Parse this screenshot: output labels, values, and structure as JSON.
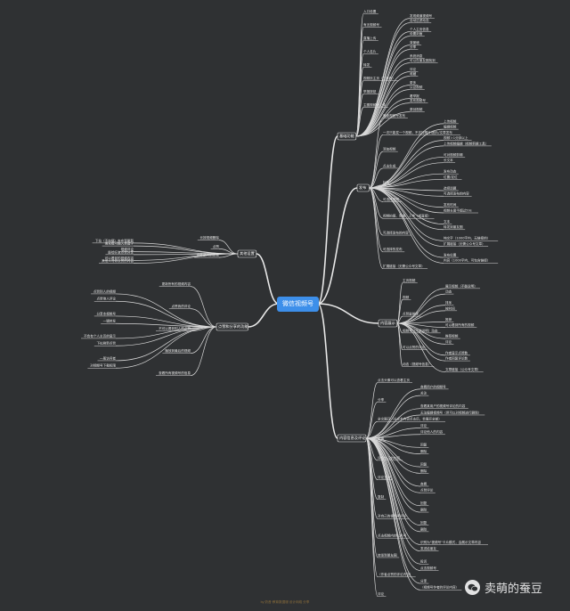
{
  "center": "微信视频号",
  "footer": "by 奶昔·教育数据服 设计网络 分享",
  "watermark": "卖萌的蚕豆",
  "branches": {
    "b1": {
      "label": "基础功能",
      "c": [
        "入口设置",
        "发现频道视频号",
        "自动过滤动态",
        "有无视频号",
        "个人主页信息",
        "设置封面",
        "直播上传",
        "背景墙",
        "分享",
        "个人名片",
        "系统消息",
        "可以在朋友圈找到",
        "转发",
        "评论",
        "收藏",
        "视频页主页（二维码）",
        "更多",
        "认证视频",
        "举报按钮",
        "看举报",
        "发布视频号",
        "主图视频号上传",
        "原创视频"
      ]
    },
    "b2": {
      "label": "发布",
      "c": [
        "最新视频号发布",
        "上传视频",
        "编辑视频",
        "一次只能发一个视频，不支持照片/图片/文章发布",
        "视频＞1分钟以上",
        "上传视频编辑（视频剪辑工具）",
        "添加视频",
        "可对视频剪辑",
        "长文本",
        "点击生成",
        "发布动态",
        "位置/定位",
        "标签",
        "选择话题",
        "可选择发布的内容",
        "可选择视频",
        "发布时间",
        "视频长度不超过59s",
        "视频拍摄、剪辑、上传（或直接）",
        "文本",
        "转发到朋友圈",
        "可选择发布的内容",
        "纯文字（1000字内，无链接的）",
        "扩展链接（无需公众号文章）",
        "可选择的发布",
        "发布位置",
        "内容（1000字内，可包含链接）",
        "扩展链接（无需公众号文章）"
      ]
    },
    "b3": {
      "label": "其他设置",
      "c": [
        "长按视频删除",
        "下拉（不加载）来实现更新",
        "搜索框可输入关键字",
        "点赞",
        "视频评论",
        "能给好友点赞分享",
        "内外部人员查看",
        "可以看到的视频内容",
        "其他人与你点赞的内容"
      ]
    },
    "b4": {
      "label": "点赞和分享的功能",
      "c": [
        "更新所有的视频内容",
        "点赞别人的视频",
        "点赞他人评论",
        "点赞我的评论",
        "分享本视频号",
        "一键转发",
        "不可以看到别人的点赞",
        "不会有个人主页的显示",
        "下拉刷新点赞",
        "播放到最后的视频",
        "一般访问者",
        "对视频号下载权限",
        "查看所有视频号的信息"
      ]
    },
    "b5": {
      "label": "内容展示",
      "c": [
        "主页视频",
        "展示视频（不能说明）",
        "动态",
        "视频",
        "排序",
        "按时间",
        "点赞量排序",
        "推荐",
        "可以看到所有的视频",
        "视频号（不能说明）动态",
        "推荐视频",
        "评论",
        "可以点赞的评论",
        "作者显示点赞数",
        "作者回复评论数",
        "动态（视频号信息）",
        "文章链接（公众号文章）"
      ]
    },
    "b6": {
      "label": "内容信息及评论",
      "c": [
        "点击头像可以查看主页",
        "查看用户的视频号",
        "关注",
        "分享",
        "查看某用户的视频号评论的内容",
        "无法编辑视频号（但可以对视频进行删除）",
        "全文展开（长文本内容点击后，会展开全部）",
        "评论",
        "评论他人的内容",
        "举报",
        "回复",
        "删除",
        "评论自己的内容",
        "回复",
        "删除",
        "评论互动",
        "查看",
        "点赞评论",
        "复制",
        "回复",
        "删除",
        "对自己的视频号评论",
        "回复",
        "删除",
        "点击视频内的公众号",
        "识别为\"视频号\"卡片模式，会展示文章内容",
        "发送给朋友",
        "转发到朋友圈",
        "投诉",
        "点击视频号",
        "（作者点赞的评论内容）",
        "分享",
        "（视频号作者的评论内容）",
        "评论"
      ]
    }
  }
}
